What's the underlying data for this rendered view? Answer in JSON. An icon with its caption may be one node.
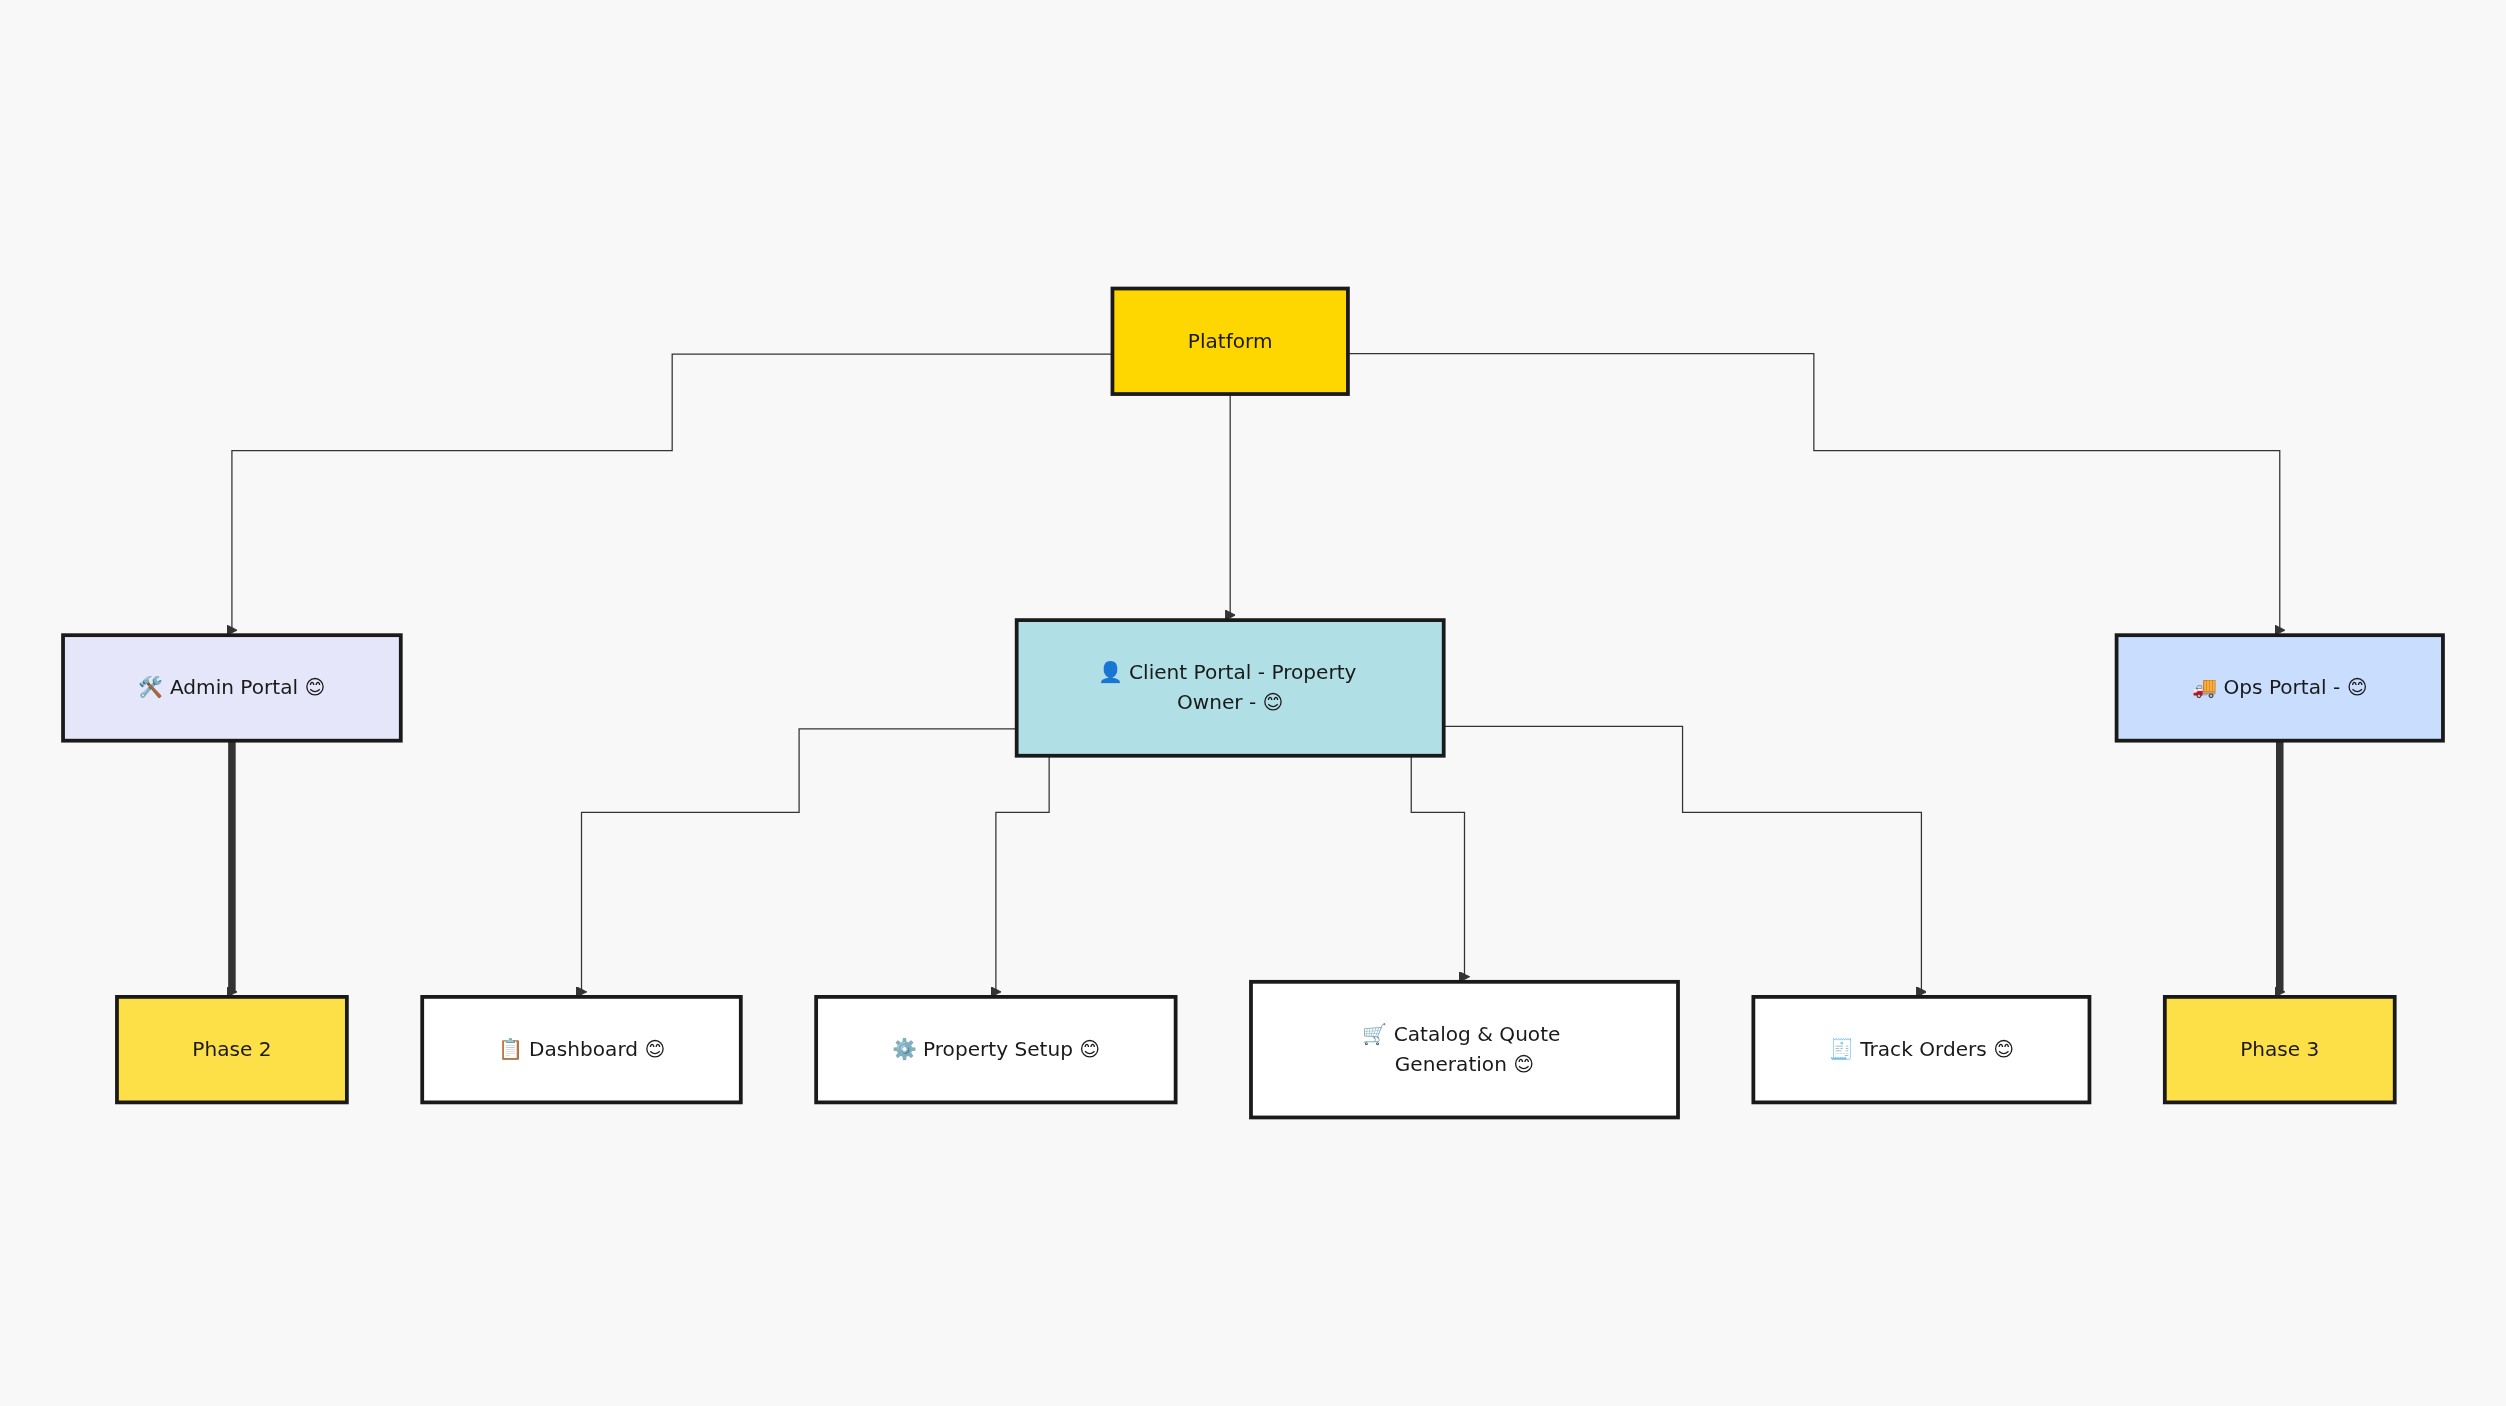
{
  "diagram": {
    "nodes": [
      {
        "text": [
          "Platform"
        ]
      },
      {
        "text": [
          "Phase 2"
        ]
      },
      {
        "text": [
          "🛠️ Admin Portal 😊"
        ]
      },
      {
        "text": [
          "👤 Client Portal - Property Owner - 😊"
        ]
      },
      {
        "text": [
          "🚚 Ops Portal - 😊"
        ]
      },
      {
        "text": [
          "Phase 3"
        ]
      },
      {
        "text": [
          "📋 Dashboard 😊"
        ]
      },
      {
        "text": [
          "⚙️ Property Setup 😊"
        ]
      },
      {
        "text": [
          "🛒 Catalog & Quote Generation 😊"
        ]
      },
      {
        "text": [
          "🧾 Track Orders 😊"
        ]
      }
    ],
    "edges": [
      {
        "from": 0,
        "to": 2,
        "arrow": "to"
      },
      {
        "from": 0,
        "to": 3,
        "arrow": "to"
      },
      {
        "from": 0,
        "to": 4,
        "arrow": "to"
      },
      {
        "from": 2,
        "to": 1,
        "arrow": "to",
        "style": "thick"
      },
      {
        "from": 4,
        "to": 5,
        "arrow": "to",
        "style": "thick"
      },
      {
        "from": 3,
        "to": 6,
        "arrow": "to"
      },
      {
        "from": 3,
        "to": 7,
        "arrow": "to"
      },
      {
        "from": 3,
        "to": 8,
        "arrow": "to"
      },
      {
        "from": 3,
        "to": 9,
        "arrow": "to"
      }
    ]
  }
}
